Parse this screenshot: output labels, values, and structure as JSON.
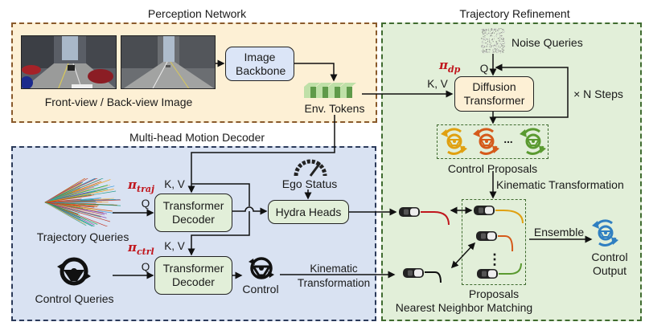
{
  "regions": {
    "perception": {
      "title": "Perception Network",
      "fill": "#fdf0d5",
      "border": "#8a5a2b"
    },
    "motion_decoder": {
      "title": "Multi-head Motion Decoder",
      "fill": "#d9e2f2",
      "border": "#2b3a5a"
    },
    "refinement": {
      "title": "Trajectory Refinement",
      "fill": "#e2efd9",
      "border": "#3f6b2f"
    }
  },
  "perception": {
    "image_caption": "Front-view / Back-view Image",
    "backbone_label": "Image Backbone",
    "tokens_label": "Env. Tokens"
  },
  "motion": {
    "pi_traj": {
      "symbol": "π",
      "sub": "traj"
    },
    "pi_ctrl": {
      "symbol": "π",
      "sub": "ctrl"
    },
    "kv_top": "K, V",
    "kv_bottom": "K, V",
    "q_top": "Q",
    "q_bottom": "Q",
    "decoder_top": "Transformer Decoder",
    "decoder_bottom": "Transformer Decoder",
    "trajectory_queries": "Trajectory Queries",
    "control_queries": "Control Queries",
    "ego_status": "Ego Status",
    "hydra_heads": "Hydra Heads",
    "control": "Control",
    "kinematic_1": "Kinematic",
    "kinematic_2": "Transformation"
  },
  "refinement": {
    "noise_queries": "Noise Queries",
    "pi_dp": {
      "symbol": "π",
      "sub": "dp"
    },
    "q": "Q",
    "kv": "K, V",
    "diffusion_transformer": "Diffusion Transformer",
    "n_steps": "× N Steps",
    "control_proposals": "Control Proposals",
    "ellipsis": "...",
    "kinematic_transformation": "Kinematic Transformation",
    "proposals": "Proposals",
    "vdots": "⋮",
    "nearest_neighbor": "Nearest Neighbor Matching",
    "ensemble": "Ensemble",
    "control_output_1": "Control",
    "control_output_2": "Output"
  },
  "colors": {
    "pi_red": "#c0161d",
    "proposal_yellow": "#e0a010",
    "proposal_orange": "#d55a1a",
    "proposal_green": "#5a9a30",
    "output_blue": "#2f7fc1",
    "traj_red": "#c0161d",
    "token_green": "#8fbf7a"
  }
}
